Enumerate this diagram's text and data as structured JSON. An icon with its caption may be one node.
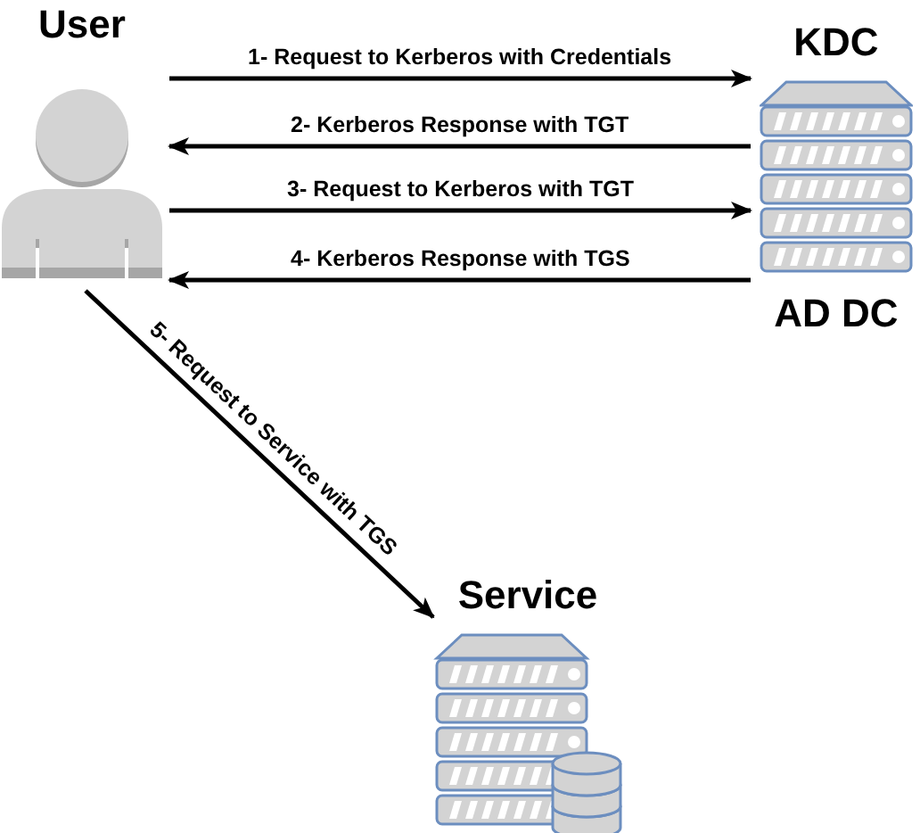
{
  "diagram": {
    "nodes": [
      {
        "text": [
          "User"
        ]
      },
      {
        "text": [
          "KDC",
          "AD DC"
        ]
      },
      {
        "text": [
          "Service"
        ]
      }
    ],
    "edges": [
      {
        "from": 0,
        "to": 1,
        "arrow": "to",
        "label": "1- Request to Kerberos with Credentials"
      },
      {
        "from": 1,
        "to": 0,
        "arrow": "to",
        "label": "2- Kerberos Response with TGT"
      },
      {
        "from": 0,
        "to": 1,
        "arrow": "to",
        "label": "3- Request to Kerberos with TGT"
      },
      {
        "from": 1,
        "to": 0,
        "arrow": "to",
        "label": "4- Kerberos Response with TGS"
      },
      {
        "from": 0,
        "to": 2,
        "arrow": "to",
        "label": "5- Request to Service with TGS"
      }
    ]
  }
}
